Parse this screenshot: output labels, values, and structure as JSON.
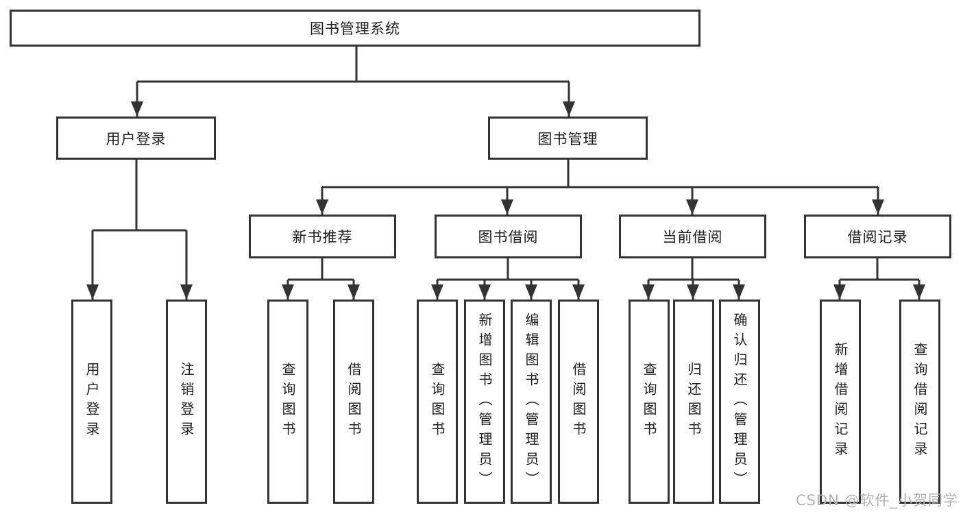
{
  "diagram": {
    "title": "图书管理系统",
    "tree": {
      "root": {
        "label": "图书管理系统"
      },
      "level2": [
        {
          "label": "用户登录",
          "parent": "图书管理系统"
        },
        {
          "label": "图书管理",
          "parent": "图书管理系统"
        }
      ],
      "level3": [
        {
          "label": "新书推荐",
          "parent": "图书管理"
        },
        {
          "label": "图书借阅",
          "parent": "图书管理"
        },
        {
          "label": "当前借阅",
          "parent": "图书管理"
        },
        {
          "label": "借阅记录",
          "parent": "图书管理"
        }
      ],
      "leaves": [
        {
          "label": "用户登录",
          "parent": "用户登录"
        },
        {
          "label": "注销登录",
          "parent": "用户登录"
        },
        {
          "label": "查询图书",
          "parent": "新书推荐"
        },
        {
          "label": "借阅图书",
          "parent": "新书推荐"
        },
        {
          "label": "查询图书",
          "parent": "图书借阅"
        },
        {
          "label": "新增图书（管理员）",
          "parent": "图书借阅"
        },
        {
          "label": "编辑图书（管理员）",
          "parent": "图书借阅"
        },
        {
          "label": "借阅图书",
          "parent": "图书借阅"
        },
        {
          "label": "查询图书",
          "parent": "当前借阅"
        },
        {
          "label": "归还图书",
          "parent": "当前借阅"
        },
        {
          "label": "确认归还（管理员）",
          "parent": "当前借阅"
        },
        {
          "label": "新增借阅记录",
          "parent": "借阅记录"
        },
        {
          "label": "查询借阅记录",
          "parent": "借阅记录"
        }
      ]
    },
    "colors": {
      "line": "#333333",
      "box_border": "#333333",
      "box_fill": "#ffffff",
      "text": "#1f1f1f",
      "watermark": "#b3b3b3",
      "background": "#ffffff"
    }
  },
  "watermark": {
    "text": "CSDN @软件_小贺同学"
  }
}
